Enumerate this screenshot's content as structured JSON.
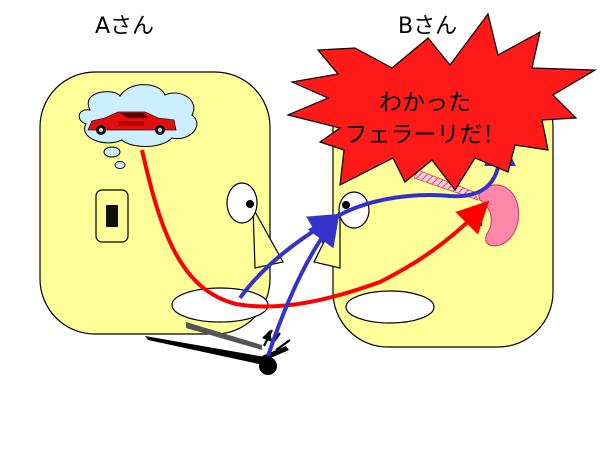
{
  "labels": {
    "person_a": "Aさん",
    "person_b": "Bさん"
  },
  "callout": {
    "line1": "わかった",
    "line2": "フェラーリだ！"
  },
  "colors": {
    "head_fill": "#ffff99",
    "callout_fill": "#ff0000",
    "thought_fill": "#cceeff",
    "car_red": "#e01010",
    "signal_red": "#ff0000",
    "signal_blue": "#3333cc",
    "ear_pink": "#ff88aa"
  },
  "icons": {
    "car": "car-icon",
    "eye": "eye-icon",
    "ear": "ear-icon",
    "hand": "hand-icon"
  }
}
